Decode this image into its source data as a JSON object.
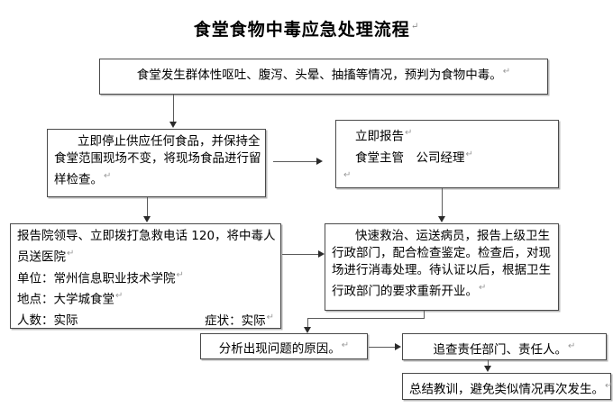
{
  "document": {
    "title": "食堂食物中毒应急处理流程",
    "pilcrow": "↵"
  },
  "nodes": {
    "detect": {
      "id": "detect-box",
      "lines": [
        "食堂发生群体性呕吐、腹泻、头晕、抽搐等情况，预判为食物中毒。"
      ]
    },
    "stop_supply": {
      "id": "stop-supply-box",
      "lines": [
        "立即停止供应任何食品，并保持全",
        "食堂范围现场不变，将现场食品进行留",
        "样检查。"
      ]
    },
    "report_now": {
      "id": "report-now-box",
      "lines": [
        "立即报告",
        "食堂主管　公司经理",
        ""
      ]
    },
    "call_120": {
      "id": "call-120-box",
      "lines": [
        "报告院领导、立即拨打急救电话 120，将中毒人",
        "员送医院",
        "单位：常州信息职业技术学院",
        "地点：大学城食堂"
      ],
      "last_line_left": "人数：实际",
      "last_line_right": "症状：实际"
    },
    "rescue": {
      "id": "rescue-box",
      "lines": [
        "快速救治、运送病员，报告上级卫生",
        "行政部门，配合检查鉴定。检查后，对现",
        "场进行消毒处理。待认证以后，根据卫生",
        "行政部门的要求重新开业。"
      ]
    },
    "analyze": {
      "id": "analyze-cause-box",
      "lines": [
        "分析出现问题的原因。"
      ]
    },
    "accountability": {
      "id": "accountability-box",
      "lines": [
        "追查责任部门、责任人。"
      ]
    },
    "lessons": {
      "id": "lessons-box",
      "lines": [
        "总结教训，避免类似情况再次发生。"
      ]
    }
  },
  "connectors": {
    "detect_to_stop": "arrow-down",
    "stop_to_report": "arrow-right",
    "stop_to_call120": "arrow-down",
    "report_to_rescue": "arrow-down",
    "call120_to_rescue": "arrow-right",
    "rescue_to_analyze": "elbow-down-left",
    "analyze_to_accountability": "arrow-right",
    "accountability_to_lessons": "arrow-down"
  },
  "colors": {
    "box_border": "#4a4a4a",
    "box_shadow": "#b9b9b9",
    "connector": "#5a5a5a",
    "arrowhead": "#2b2b2b",
    "background": "#ffffff",
    "text": "#000000",
    "pilcrow": "#9a9a9a"
  }
}
